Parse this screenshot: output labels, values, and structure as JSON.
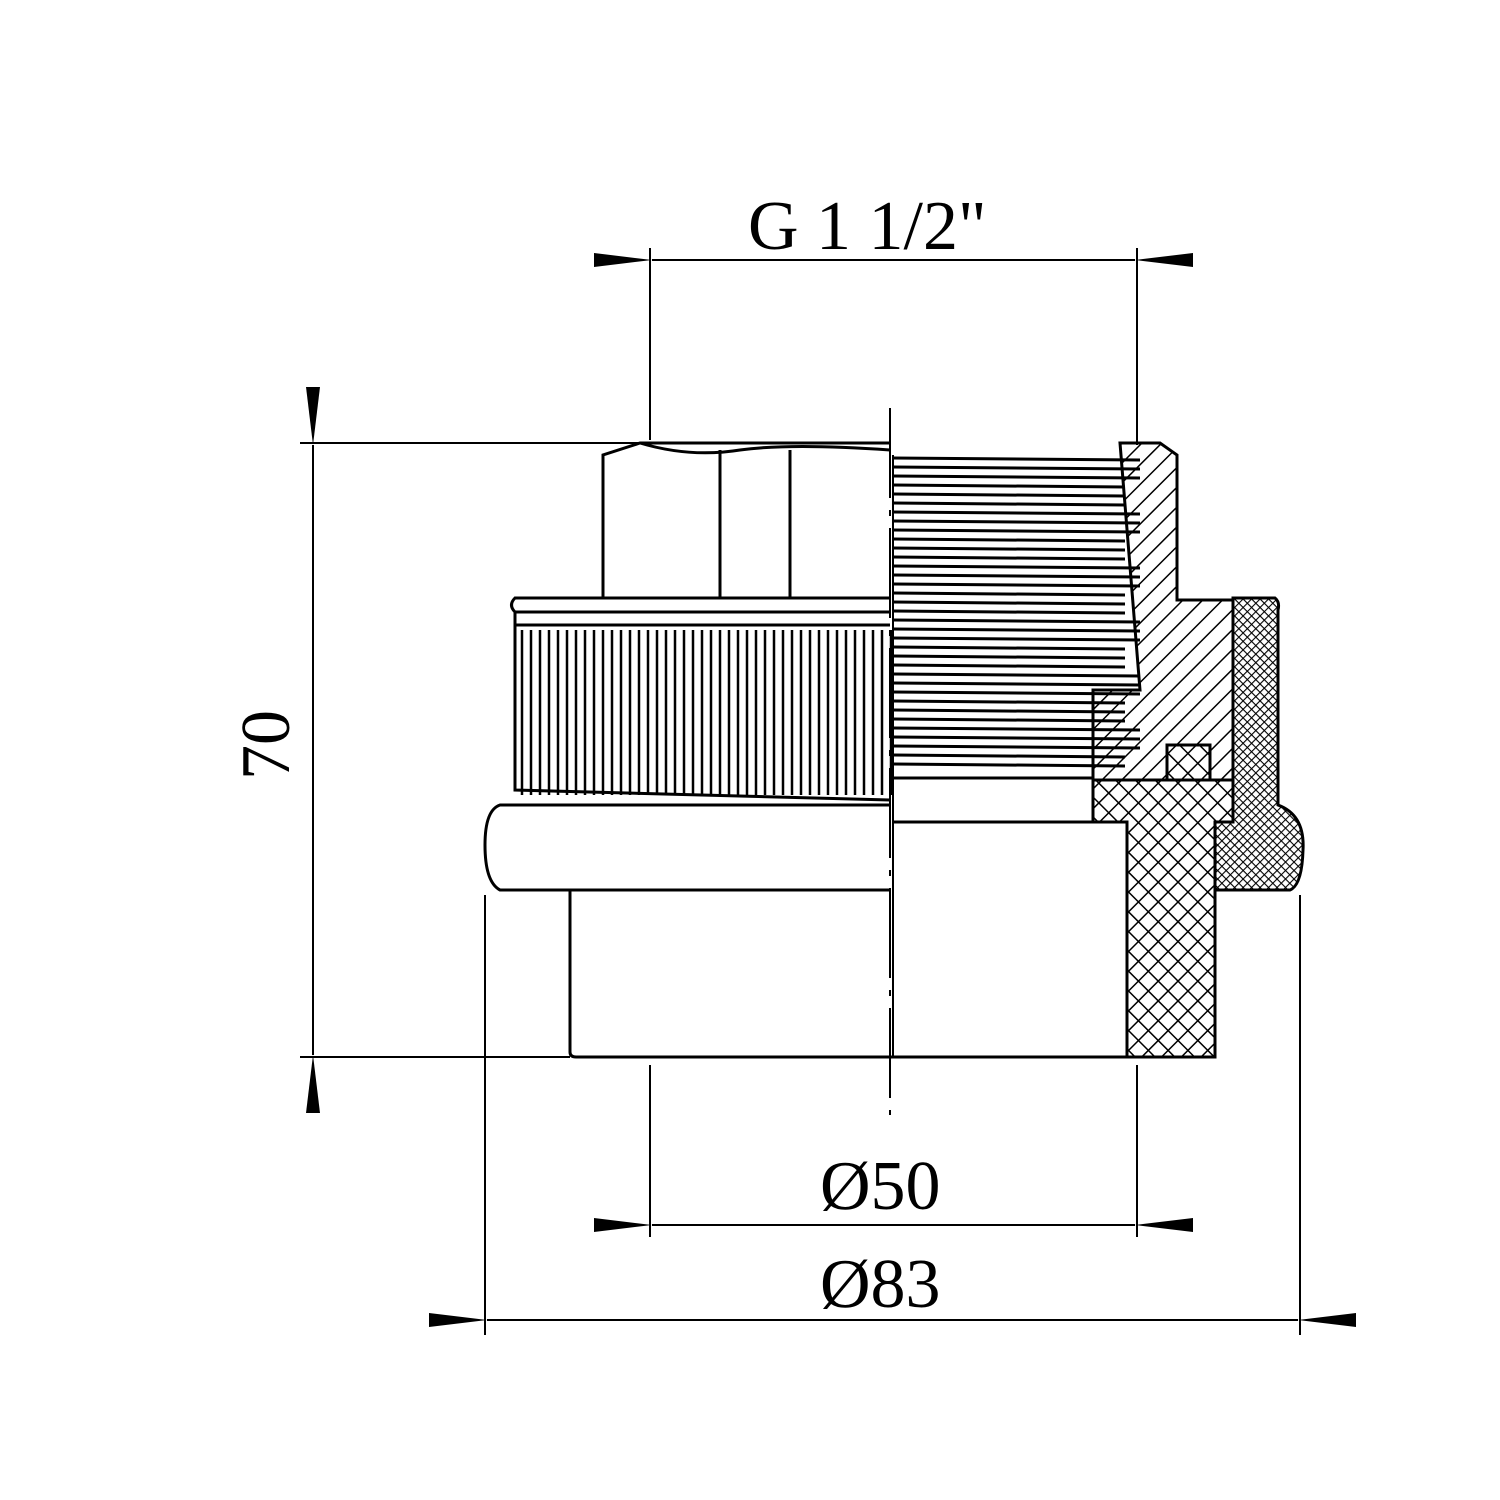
{
  "dimensions": {
    "thread": "G 1 1/2\"",
    "height": "70",
    "inner_diameter": "Ø50",
    "outer_diameter": "Ø83"
  },
  "colors": {
    "line": "#000000",
    "background": "#ffffff"
  }
}
